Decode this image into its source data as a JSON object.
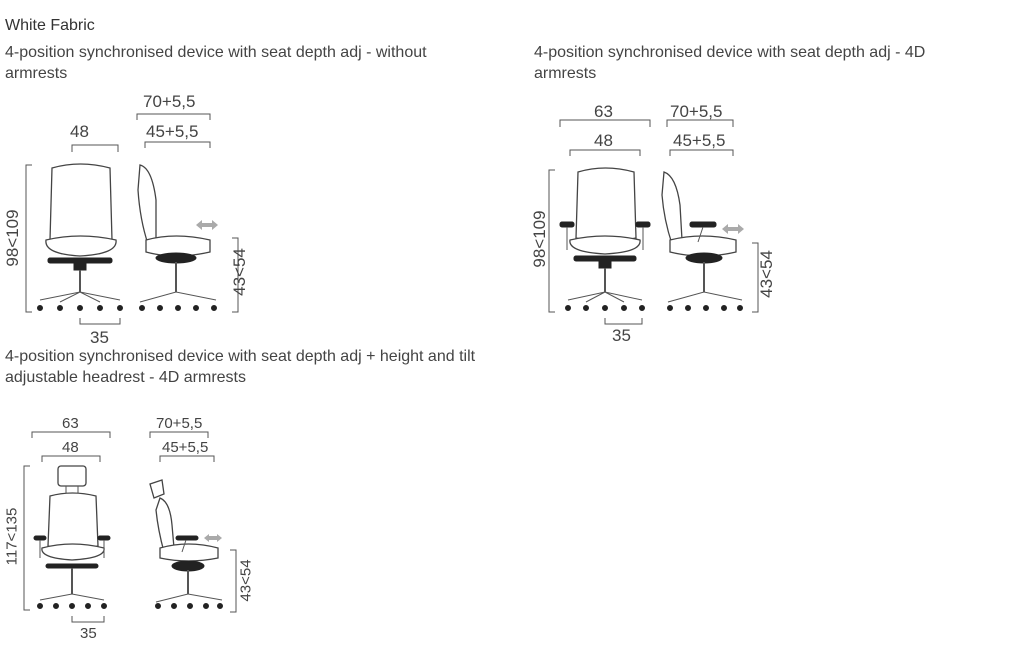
{
  "title": "White Fabric",
  "configs": [
    {
      "description": "4-position synchronised device with seat depth adj - without armrests",
      "dims": {
        "width": "48",
        "depth_top": "70+5,5",
        "depth_seat": "45+5,5",
        "height": "98<109",
        "seat_height": "43<54",
        "base": "35"
      }
    },
    {
      "description": "4-position synchronised device with seat depth adj - 4D armrests",
      "dims": {
        "width_arms": "63",
        "width": "48",
        "depth_top": "70+5,5",
        "depth_seat": "45+5,5",
        "height": "98<109",
        "seat_height": "43<54",
        "base": "35"
      }
    },
    {
      "description": "4-position synchronised device with seat depth adj + height and tilt adjustable headrest - 4D armrests",
      "dims": {
        "width_arms": "63",
        "width": "48",
        "depth_top": "70+5,5",
        "depth_seat": "45+5,5",
        "height": "117<135",
        "seat_height": "43<54",
        "base": "35"
      }
    }
  ]
}
